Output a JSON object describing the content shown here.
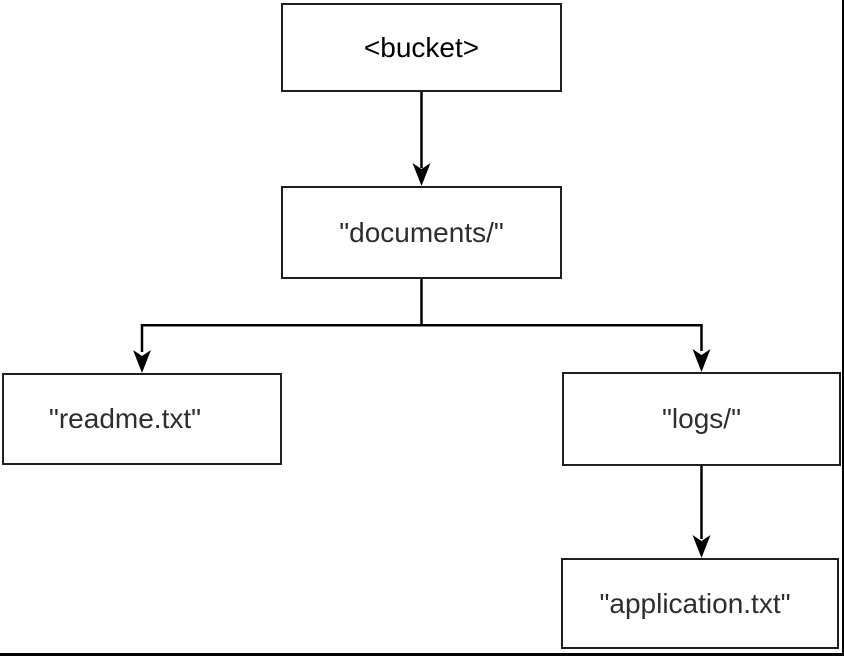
{
  "diagram": {
    "type": "tree",
    "background": "#ffffff",
    "line_color": "#000000",
    "box_border_color": "#1f1f1f",
    "text_color": "#2e2e2e",
    "nodes": [
      {
        "id": "bucket",
        "label": "<bucket>"
      },
      {
        "id": "documents",
        "label": "\"documents/\""
      },
      {
        "id": "readme",
        "label": "\"readme.txt\""
      },
      {
        "id": "logs",
        "label": "\"logs/\""
      },
      {
        "id": "application",
        "label": "\"application.txt\""
      }
    ],
    "edges": [
      {
        "from": "bucket",
        "to": "documents"
      },
      {
        "from": "documents",
        "to": "readme"
      },
      {
        "from": "documents",
        "to": "logs"
      },
      {
        "from": "logs",
        "to": "application"
      }
    ]
  }
}
